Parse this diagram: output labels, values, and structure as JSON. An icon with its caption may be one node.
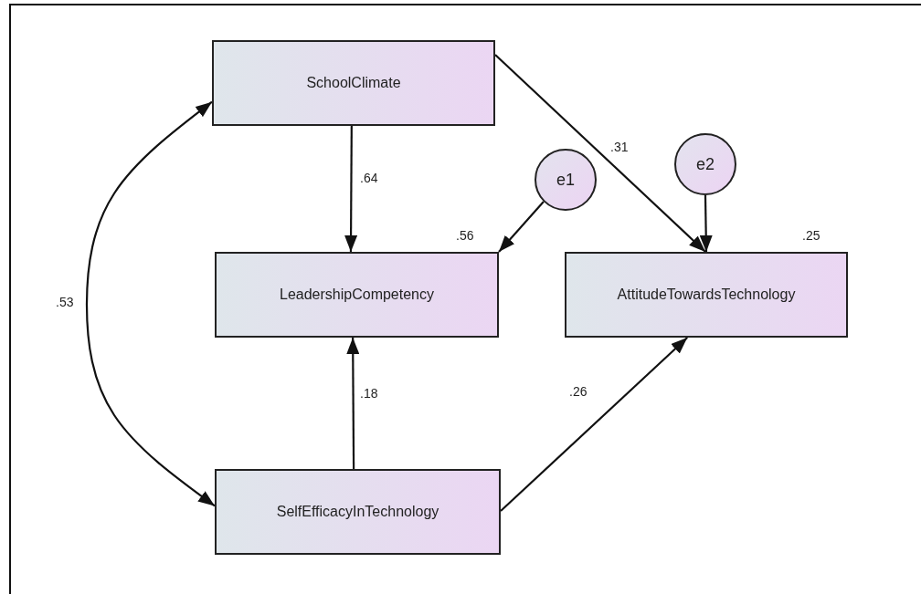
{
  "diagram": {
    "nodes": [
      {
        "text": [
          "SchoolClimate"
        ]
      },
      {
        "text": [
          "LeadershipCompetency"
        ],
        "beside": [
          ".56"
        ]
      },
      {
        "text": [
          "AttitudeTowardsTechnology"
        ],
        "beside": [
          ".25"
        ]
      },
      {
        "text": [
          "SelfEfficacyInTechnology"
        ]
      },
      {
        "text": [
          "e1"
        ]
      },
      {
        "text": [
          "e2"
        ]
      }
    ],
    "edges": [
      {
        "from": 0,
        "to": 1,
        "arrow": "to",
        "label": ".64"
      },
      {
        "from": 0,
        "to": 2,
        "arrow": "to",
        "label": ".31"
      },
      {
        "from": 4,
        "to": 1,
        "arrow": "to"
      },
      {
        "from": 5,
        "to": 2,
        "arrow": "to"
      },
      {
        "from": 3,
        "to": 1,
        "arrow": "to",
        "label": ".18"
      },
      {
        "from": 3,
        "to": 2,
        "arrow": "to",
        "label": ".26"
      },
      {
        "from": 0,
        "to": 3,
        "arrow": "both",
        "label": ".53"
      }
    ]
  }
}
